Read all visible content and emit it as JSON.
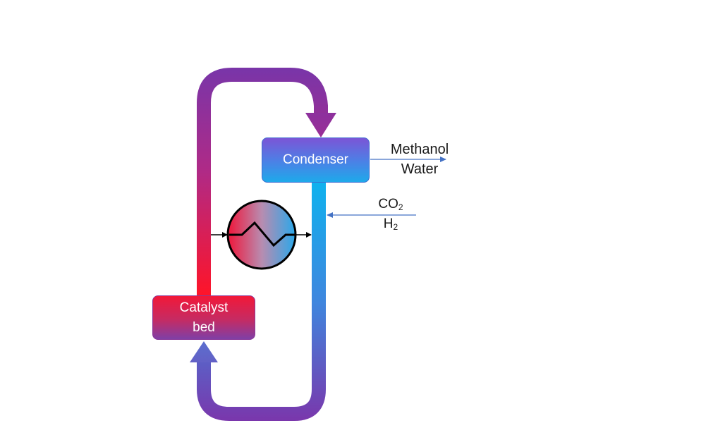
{
  "diagram": {
    "condenser_label": "Condenser",
    "catalyst_bed_label": [
      "Catalyst",
      "bed"
    ],
    "products": [
      "Methanol",
      "Water"
    ],
    "feeds": [
      {
        "base": "CO",
        "sub": "2"
      },
      {
        "base": "H",
        "sub": "2"
      }
    ],
    "colors": {
      "hot": "#f51a2f",
      "warm_purple": "#8e2f9c",
      "loop_purple": "#7a35a8",
      "cool_blue": "#12aeec",
      "arrow_line": "#4472c4"
    },
    "icons": [
      "heat-exchanger-icon"
    ]
  }
}
